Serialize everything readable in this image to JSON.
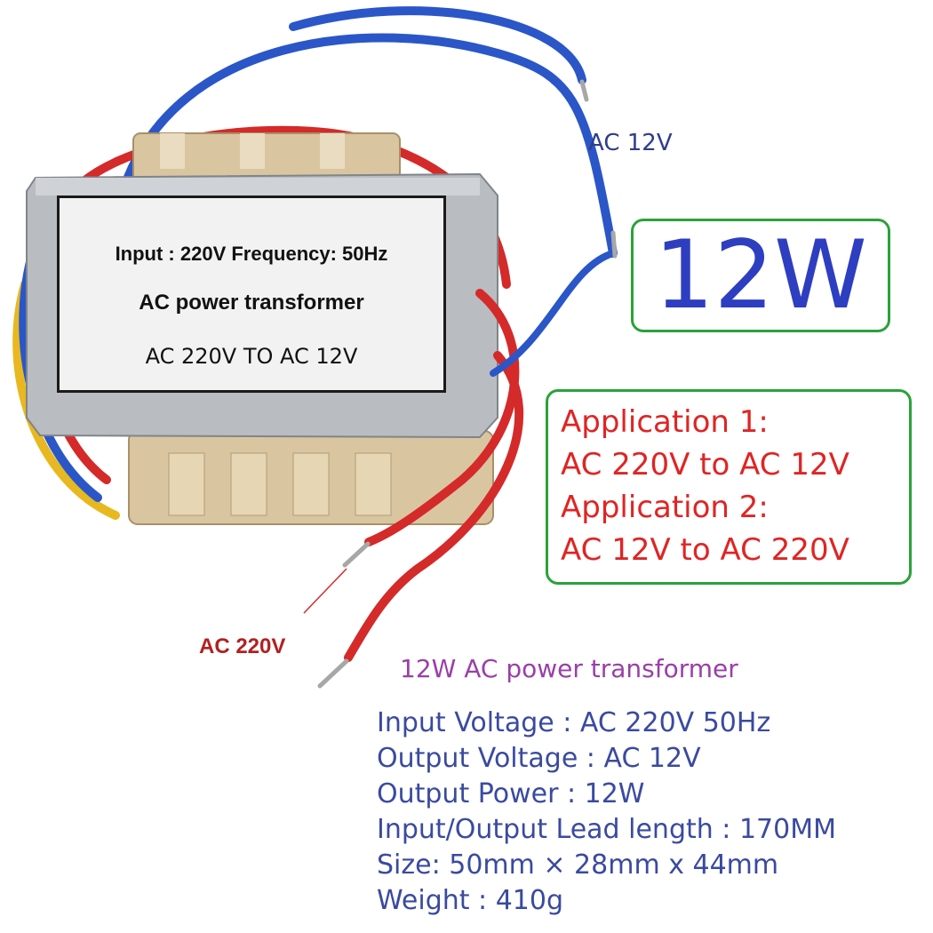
{
  "transformer_label": {
    "line1": "Input : 220V  Frequency: 50Hz",
    "line2": "AC power transformer",
    "line3": "AC 220V TO AC 12V"
  },
  "wire_labels": {
    "output": "AC 12V",
    "input": "AC 220V"
  },
  "power_badge": "12W",
  "applications": [
    "Application 1:",
    "AC 220V to AC 12V",
    "Application 2:",
    "AC 12V to AC 220V"
  ],
  "product_title": "12W AC power transformer",
  "specs": [
    "Input Voltage : AC 220V 50Hz",
    "Output Voltage : AC 12V",
    "Output Power : 12W",
    "Input/Output Lead length : 170MM",
    "Size: 50mm × 28mm x 44mm",
    "Weight : 410g"
  ],
  "colors": {
    "badge_border": "#2aa23a",
    "badge_text": "#2e3ec0",
    "application_text": "#e02424",
    "title_text": "#9a3fa8",
    "spec_text": "#3a4aa0",
    "wire_blue": "#2a56c8",
    "wire_red": "#d42a2a",
    "wire_yellow": "#e8b820",
    "metal": "#b9bcc0",
    "bobbin": "#d9c6a0"
  }
}
